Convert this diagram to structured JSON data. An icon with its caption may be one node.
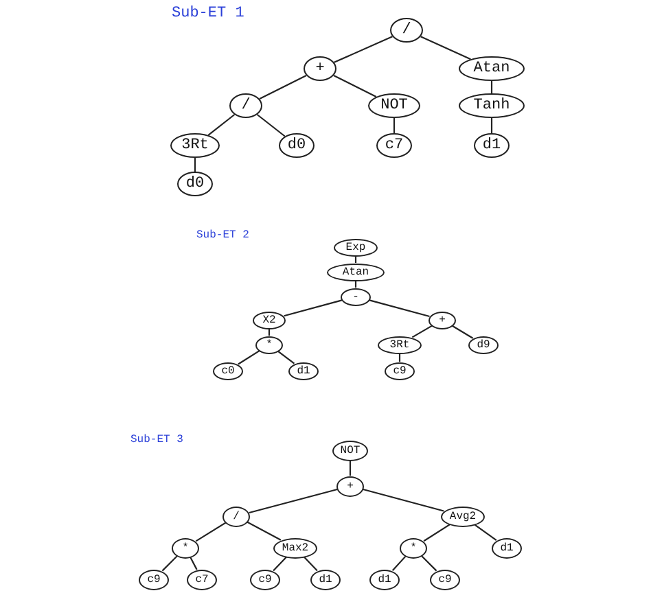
{
  "diagram": {
    "nodes": [
      {
        "text": [
          "/"
        ]
      },
      {
        "text": [
          "+"
        ]
      },
      {
        "text": [
          "Atan"
        ]
      },
      {
        "text": [
          "/"
        ]
      },
      {
        "text": [
          "NOT"
        ]
      },
      {
        "text": [
          "Tanh"
        ]
      },
      {
        "text": [
          "3Rt"
        ]
      },
      {
        "text": [
          "d0"
        ]
      },
      {
        "text": [
          "c7"
        ]
      },
      {
        "text": [
          "d1"
        ]
      },
      {
        "text": [
          "d0"
        ]
      },
      {
        "text": [
          "Exp"
        ]
      },
      {
        "text": [
          "Atan"
        ]
      },
      {
        "text": [
          "-"
        ]
      },
      {
        "text": [
          "X2"
        ]
      },
      {
        "text": [
          "+"
        ]
      },
      {
        "text": [
          "*"
        ]
      },
      {
        "text": [
          "3Rt"
        ]
      },
      {
        "text": [
          "d9"
        ]
      },
      {
        "text": [
          "c0"
        ]
      },
      {
        "text": [
          "d1"
        ]
      },
      {
        "text": [
          "c9"
        ]
      },
      {
        "text": [
          "NOT"
        ]
      },
      {
        "text": [
          "+"
        ]
      },
      {
        "text": [
          "/"
        ]
      },
      {
        "text": [
          "Avg2"
        ]
      },
      {
        "text": [
          "*"
        ]
      },
      {
        "text": [
          "Max2"
        ]
      },
      {
        "text": [
          "*"
        ]
      },
      {
        "text": [
          "d1"
        ]
      },
      {
        "text": [
          "c9"
        ]
      },
      {
        "text": [
          "c7"
        ]
      },
      {
        "text": [
          "c9"
        ]
      },
      {
        "text": [
          "d1"
        ]
      },
      {
        "text": [
          "d1"
        ]
      },
      {
        "text": [
          "c9"
        ]
      }
    ],
    "edges": [
      {
        "from": 0,
        "to": 1,
        "arrow": "none"
      },
      {
        "from": 0,
        "to": 2,
        "arrow": "none"
      },
      {
        "from": 1,
        "to": 3,
        "arrow": "none"
      },
      {
        "from": 1,
        "to": 4,
        "arrow": "none"
      },
      {
        "from": 2,
        "to": 5,
        "arrow": "none"
      },
      {
        "from": 3,
        "to": 6,
        "arrow": "none"
      },
      {
        "from": 3,
        "to": 7,
        "arrow": "none"
      },
      {
        "from": 4,
        "to": 8,
        "arrow": "none"
      },
      {
        "from": 5,
        "to": 9,
        "arrow": "none"
      },
      {
        "from": 6,
        "to": 10,
        "arrow": "none"
      },
      {
        "from": 11,
        "to": 12,
        "arrow": "none"
      },
      {
        "from": 12,
        "to": 13,
        "arrow": "none"
      },
      {
        "from": 13,
        "to": 14,
        "arrow": "none"
      },
      {
        "from": 13,
        "to": 15,
        "arrow": "none"
      },
      {
        "from": 14,
        "to": 16,
        "arrow": "none"
      },
      {
        "from": 15,
        "to": 17,
        "arrow": "none"
      },
      {
        "from": 15,
        "to": 18,
        "arrow": "none"
      },
      {
        "from": 16,
        "to": 19,
        "arrow": "none"
      },
      {
        "from": 16,
        "to": 20,
        "arrow": "none"
      },
      {
        "from": 17,
        "to": 21,
        "arrow": "none"
      },
      {
        "from": 22,
        "to": 23,
        "arrow": "none"
      },
      {
        "from": 23,
        "to": 24,
        "arrow": "none"
      },
      {
        "from": 23,
        "to": 25,
        "arrow": "none"
      },
      {
        "from": 24,
        "to": 26,
        "arrow": "none"
      },
      {
        "from": 24,
        "to": 27,
        "arrow": "none"
      },
      {
        "from": 25,
        "to": 28,
        "arrow": "none"
      },
      {
        "from": 25,
        "to": 29,
        "arrow": "none"
      },
      {
        "from": 26,
        "to": 30,
        "arrow": "none"
      },
      {
        "from": 26,
        "to": 31,
        "arrow": "none"
      },
      {
        "from": 27,
        "to": 32,
        "arrow": "none"
      },
      {
        "from": 27,
        "to": 33,
        "arrow": "none"
      },
      {
        "from": 28,
        "to": 34,
        "arrow": "none"
      },
      {
        "from": 28,
        "to": 35,
        "arrow": "none"
      }
    ],
    "labels": [
      "Sub-ET 1",
      "Sub-ET 2",
      "Sub-ET 3"
    ]
  }
}
